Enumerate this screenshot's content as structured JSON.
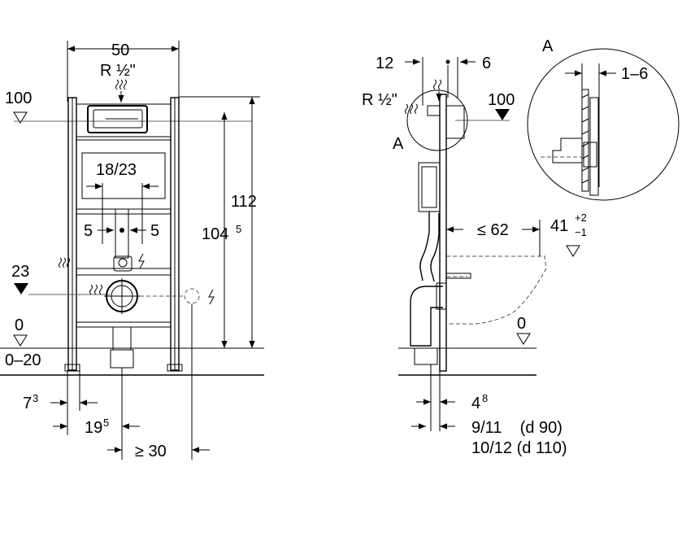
{
  "front_view": {
    "width_label": "50",
    "connection_label": "R ½\"",
    "level_100": "100",
    "cistern_label": "18/23",
    "offset_left": "5",
    "offset_right": "5",
    "height_total": "112",
    "height_frame": "104",
    "height_frame_sup": "5",
    "level_23": "23",
    "level_0": "0",
    "level_range": "0–20",
    "dim_7_base": "7",
    "dim_7_sup": "3",
    "dim_19_base": "19",
    "dim_19_sup": "5",
    "dim_30": "≥ 30"
  },
  "side_view": {
    "dim_12": "12",
    "dim_6": "6",
    "connection_label": "R ½\"",
    "level_100": "100",
    "detail_marker": "A",
    "depth_label": "≤ 62",
    "bowl_height_base": "41",
    "bowl_height_plus": "+2",
    "bowl_height_minus": "−1",
    "level_0": "0",
    "dim_4_base": "4",
    "dim_4_sup": "8",
    "pipe_d90": "9/11    (d 90)",
    "pipe_d110": "10/12 (d 110)"
  },
  "detail_view": {
    "marker": "A",
    "wall_range": "1–6"
  }
}
